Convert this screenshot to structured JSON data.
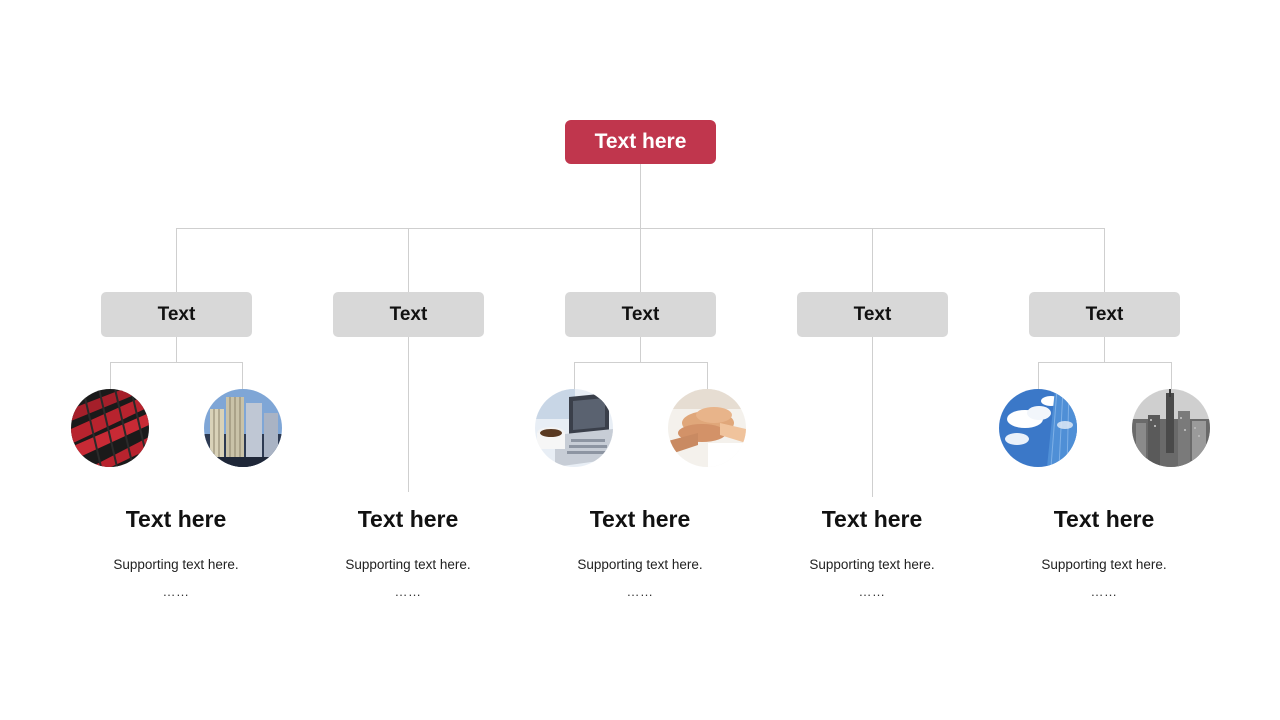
{
  "root": {
    "label": "Text here",
    "color": "#c0364d"
  },
  "branches": [
    {
      "label": "Text",
      "title": "Text here",
      "support": "Supporting text here.",
      "ellipsis": "……",
      "images": [
        "red-facade-photo-icon",
        "glass-skyscraper-photo-icon"
      ]
    },
    {
      "label": "Text",
      "title": "Text here",
      "support": "Supporting text here.",
      "ellipsis": "……",
      "images": []
    },
    {
      "label": "Text",
      "title": "Text here",
      "support": "Supporting text here.",
      "ellipsis": "……",
      "images": [
        "laptop-coffee-photo-icon",
        "team-hands-photo-icon"
      ]
    },
    {
      "label": "Text",
      "title": "Text here",
      "support": "Supporting text here.",
      "ellipsis": "……",
      "images": []
    },
    {
      "label": "Text",
      "title": "Text here",
      "support": "Supporting text here.",
      "ellipsis": "……",
      "images": [
        "sky-building-photo-icon",
        "city-skyline-photo-icon"
      ]
    }
  ],
  "colors": {
    "connector": "#cfcfcf",
    "branch_box": "#d8d8d8",
    "text": "#111111"
  }
}
